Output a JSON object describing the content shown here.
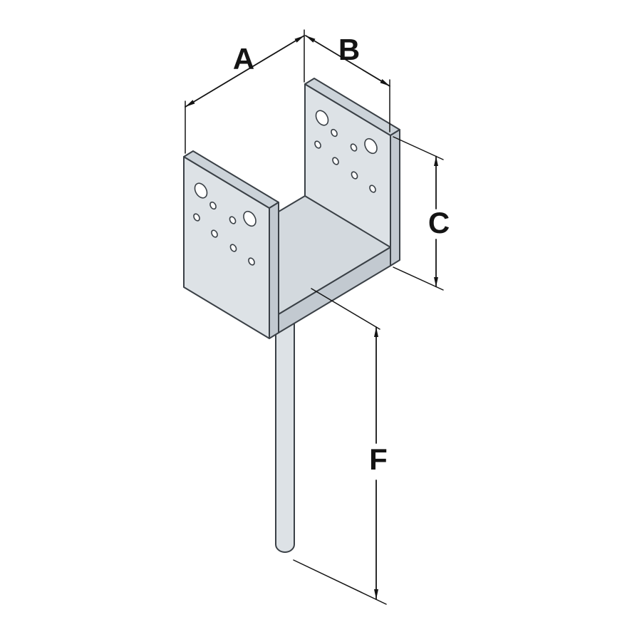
{
  "diagram": {
    "labels": {
      "dim_a": "A",
      "dim_b": "B",
      "dim_c": "C",
      "dim_f": "F"
    },
    "colors": {
      "outline": "#3a4046",
      "plate_fill": "#dde2e6",
      "edge_top_fill": "#ccd3d9",
      "edge_side_fill": "#c2c9d0",
      "floor_fill": "#d3d9de",
      "rod_fill": "#dde2e6",
      "hole_fill": "#ffffff",
      "dimension": "#141414",
      "background": "#ffffff"
    }
  }
}
